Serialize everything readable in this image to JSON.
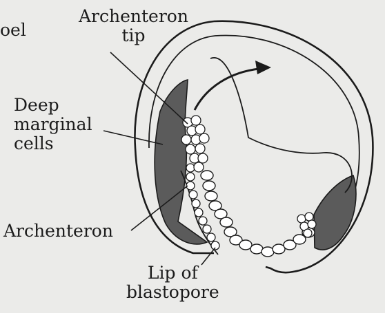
{
  "colors": {
    "background": "#ebebe9",
    "ink": "#1b1b1b",
    "tissue": "#5b5b5b",
    "cell_fill": "#ffffff"
  },
  "labels": {
    "cut_off_fragment": "oel",
    "archenteron_tip": [
      "Archenteron",
      "tip"
    ],
    "deep_marginal_cells": [
      "Deep",
      "marginal",
      "cells"
    ],
    "archenteron": "Archenteron",
    "lip_of_blastopore": [
      "Lip of",
      "blastopore"
    ]
  }
}
